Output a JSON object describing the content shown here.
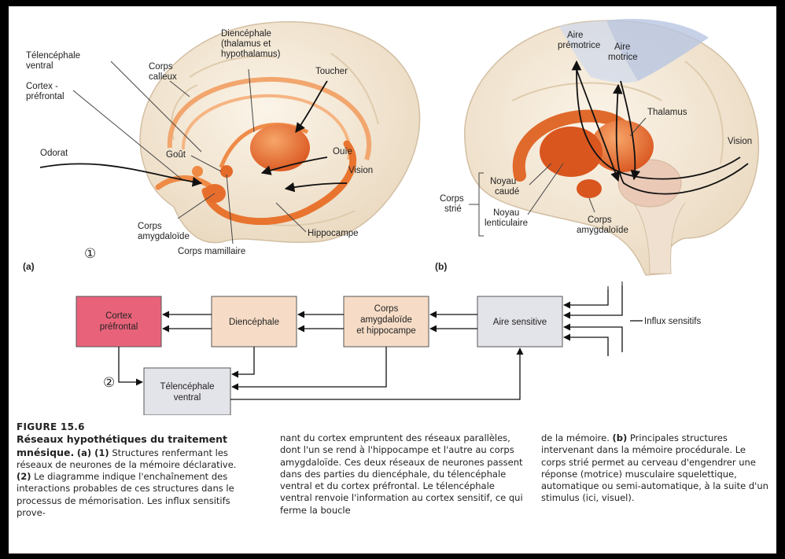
{
  "panel_a": {
    "panel_label": "(a)",
    "circle_marker": "①",
    "labels": {
      "telencephale_ventral": [
        "Télencéphale",
        "ventral"
      ],
      "cortex_prefrontal": [
        "Cortex -",
        "préfrontal"
      ],
      "odorat": "Odorat",
      "corps_calleux": [
        "Corps",
        "calleux"
      ],
      "diencephale": [
        "Diencéphale",
        "(thalamus et",
        "hypothalamus)"
      ],
      "toucher": "Toucher",
      "gout": "Goût",
      "ouie": "Ouïe",
      "vision": "Vision",
      "corps_amygdaloide": [
        "Corps",
        "amygdaloïde"
      ],
      "corps_mamillaire": "Corps mamillaire",
      "hippocampe": "Hippocampe"
    }
  },
  "panel_b": {
    "panel_label": "(b)",
    "labels": {
      "aire_premotrice": [
        "Aire",
        "prémotrice"
      ],
      "aire_motrice": [
        "Aire",
        "motrice"
      ],
      "thalamus": "Thalamus",
      "vision": "Vision",
      "noyau_caude": [
        "Noyau",
        "caudé"
      ],
      "noyau_lenticulaire": [
        "Noyau",
        "lenticulaire"
      ],
      "corps_strie": [
        "Corps",
        "strié"
      ],
      "corps_amygdaloide": [
        "Corps",
        "amygdaloïde"
      ]
    }
  },
  "flow": {
    "circle_marker": "②",
    "boxes": {
      "cortex": [
        "Cortex",
        "préfrontal"
      ],
      "diencephale": "Diencéphale",
      "amygdale": [
        "Corps",
        "amygdaloïde",
        "et hippocampe"
      ],
      "aire": "Aire sensitive",
      "telencephale": [
        "Télencéphale",
        "ventral"
      ]
    },
    "influx_label": "Influx sensitifs",
    "colors": {
      "cortex_fill": "#e8637a",
      "amygdale_fill": "#f6dcc6",
      "grey_fill": "#e3e3ea"
    }
  },
  "caption": {
    "col1": {
      "figure_title": "FIGURE 15.6",
      "heading": "Réseaux hypothétiques du traitement mnésique.",
      "part_a": "(a) (1)",
      "text1": "Structures renfermant les réseaux de neurones de la mémoire déclarative.",
      "part_2": "(2)",
      "text2": "Le diagramme indique l'enchaînement des interactions probables de ces structures dans le processus de mémorisation. Les influx sensitifs prove-"
    },
    "col2": {
      "text": "nant du cortex empruntent des réseaux parallèles, dont l'un se rend à l'hippocampe et l'autre au corps amygdaloïde. Ces deux réseaux de neurones passent dans des parties du diencéphale, du télencéphale ventral et du cortex préfrontal. Le télencéphale ventral renvoie l'information au cortex sensitif, ce qui ferme la boucle"
    },
    "col3": {
      "text1": "de la mémoire.",
      "part_b": "(b)",
      "text2": "Principales structures intervenant dans la mémoire procédurale. Le corps strié permet au cerveau d'engendrer une réponse (motrice) musculaire squelettique, automatique ou semi-automatique, à la suite d'un stimulus (ici, visuel)."
    }
  }
}
